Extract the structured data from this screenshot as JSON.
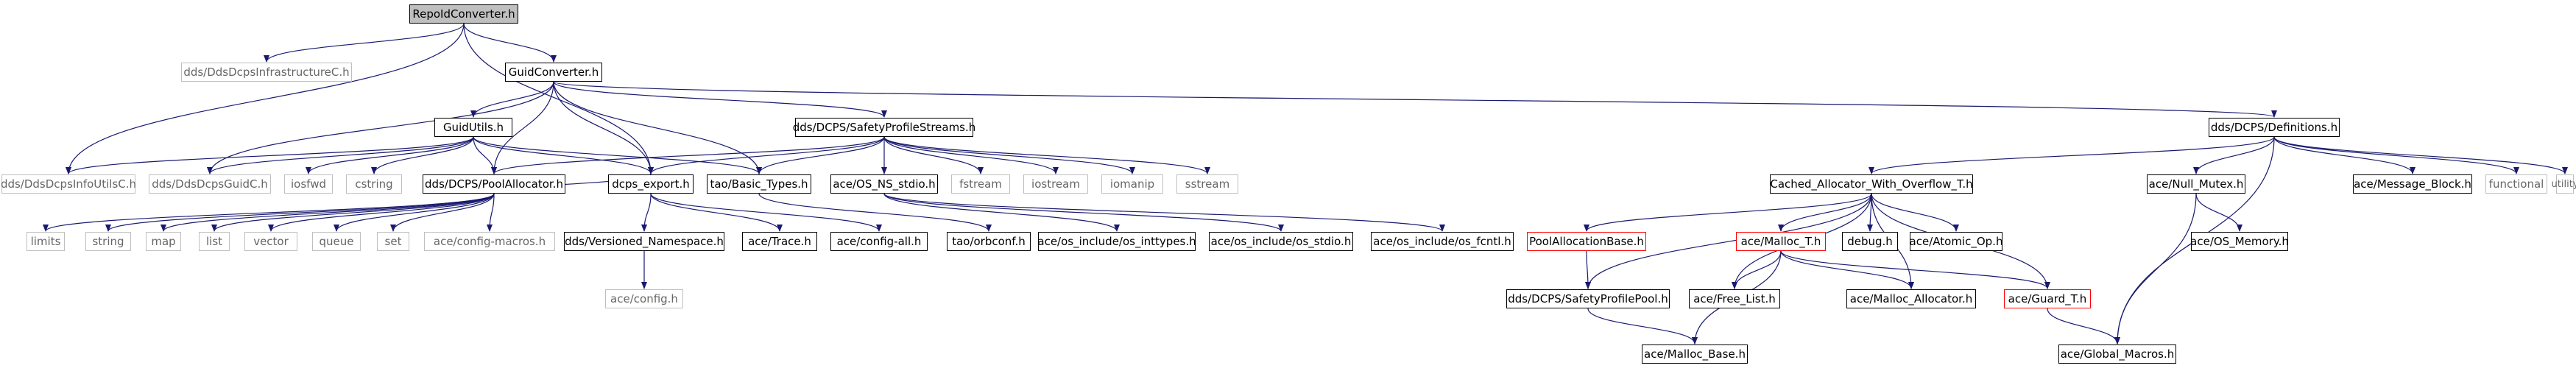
{
  "graph_title": "RepoIdConverter.h",
  "colors": {
    "edge": "#191970",
    "root_fill": "#bfbfbf",
    "system_border": "#bfbfbf",
    "missing_border": "#ff0000"
  },
  "nodes": {
    "repoid": "RepoIdConverter.h",
    "dds_infra": "dds/DdsDcpsInfrastructureC.h",
    "guidconv": "GuidConverter.h",
    "infoutils": "dds/DdsDcpsInfoUtilsC.h",
    "guidutils": "GuidUtils.h",
    "ddsguidc": "dds/DdsDcpsGuidC.h",
    "iosfwd": "iosfwd",
    "cstring": "cstring",
    "poolalloc": "dds/DCPS/PoolAllocator.h",
    "dcpsexport": "dcps_export.h",
    "basictypes": "tao/Basic_Types.h",
    "safetystreams": "dds/DCPS/SafetyProfileStreams.h",
    "osnsstdio": "ace/OS_NS_stdio.h",
    "fstream": "fstream",
    "iostream": "iostream",
    "iomanip": "iomanip",
    "sstream": "sstream",
    "definitions": "dds/DCPS/Definitions.h",
    "limits": "limits",
    "string": "string",
    "map": "map",
    "list": "list",
    "vector": "vector",
    "queue": "queue",
    "set": "set",
    "configmacros": "ace/config-macros.h",
    "versioned": "dds/Versioned_Namespace.h",
    "trace": "ace/Trace.h",
    "configall": "ace/config-all.h",
    "orbconf": "tao/orbconf.h",
    "aceconfig": "ace/config.h",
    "inttypes": "ace/os_include/os_inttypes.h",
    "osstdio": "ace/os_include/os_stdio.h",
    "osfcntl": "ace/os_include/os_fcntl.h",
    "cached": "Cached_Allocator_With_Overflow_T.h",
    "nullmutex": "ace/Null_Mutex.h",
    "msgblock": "ace/Message_Block.h",
    "functional": "functional",
    "utility": "utility",
    "poolallocbase": "PoolAllocationBase.h",
    "malloct": "ace/Malloc_T.h",
    "debug": "debug.h",
    "atomicop": "ace/Atomic_Op.h",
    "osmemory": "ace/OS_Memory.h",
    "safetypool": "dds/DCPS/SafetyProfilePool.h",
    "freelist": "ace/Free_List.h",
    "mallocalloc": "ace/Malloc_Allocator.h",
    "guardt": "ace/Guard_T.h",
    "globalmacros": "ace/Global_Macros.h",
    "mallocbase": "ace/Malloc_Base.h"
  }
}
